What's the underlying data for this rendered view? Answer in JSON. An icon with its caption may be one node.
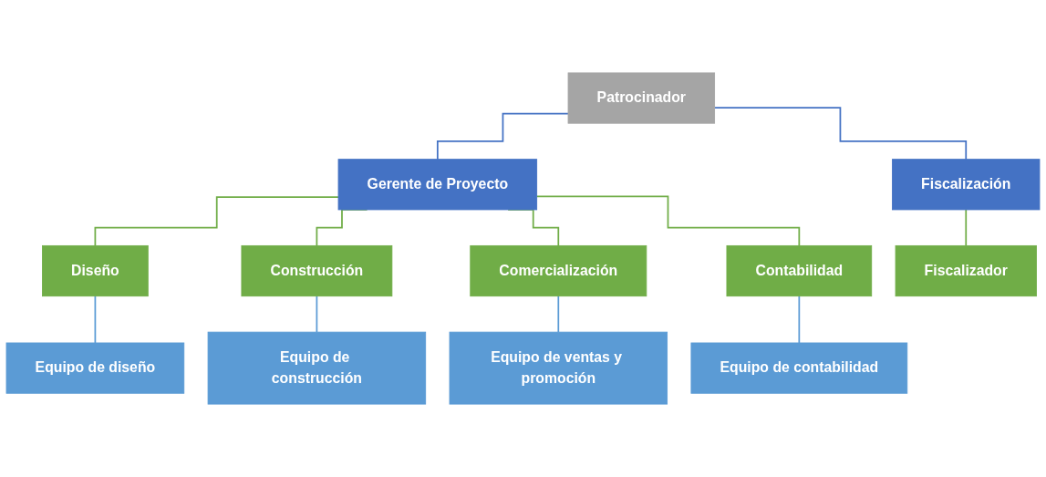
{
  "diagram": {
    "nodes": [
      {
        "text": [
          "Patrocinador"
        ]
      },
      {
        "text": [
          "Gerente de Proyecto"
        ]
      },
      {
        "text": [
          "Fiscalización"
        ]
      },
      {
        "text": [
          "Diseño"
        ]
      },
      {
        "text": [
          "Construcción"
        ]
      },
      {
        "text": [
          "Comercialización"
        ]
      },
      {
        "text": [
          "Contabilidad"
        ]
      },
      {
        "text": [
          "Fiscalizador"
        ]
      },
      {
        "text": [
          "Equipo de diseño"
        ]
      },
      {
        "text": [
          "Equipo de construcción"
        ]
      },
      {
        "text": [
          "Equipo de ventas y promoción"
        ]
      },
      {
        "text": [
          "Equipo de contabilidad"
        ]
      }
    ],
    "edges": [
      {
        "from": 0,
        "to": 1,
        "arrow": "none",
        "color": "#4472c4"
      },
      {
        "from": 0,
        "to": 2,
        "arrow": "none",
        "color": "#4472c4"
      },
      {
        "from": 1,
        "to": 3,
        "arrow": "none"
      },
      {
        "from": 1,
        "to": 4,
        "arrow": "none"
      },
      {
        "from": 1,
        "to": 5,
        "arrow": "none"
      },
      {
        "from": 1,
        "to": 6,
        "arrow": "none"
      },
      {
        "from": 2,
        "to": 7,
        "arrow": "none"
      },
      {
        "from": 3,
        "to": 8,
        "arrow": "none",
        "color": "#5b9bd5"
      },
      {
        "from": 4,
        "to": 9,
        "arrow": "none",
        "color": "#5b9bd5"
      },
      {
        "from": 5,
        "to": 10,
        "arrow": "none",
        "color": "#5b9bd5"
      },
      {
        "from": 6,
        "to": 11,
        "arrow": "none",
        "color": "#5b9bd5"
      }
    ]
  }
}
